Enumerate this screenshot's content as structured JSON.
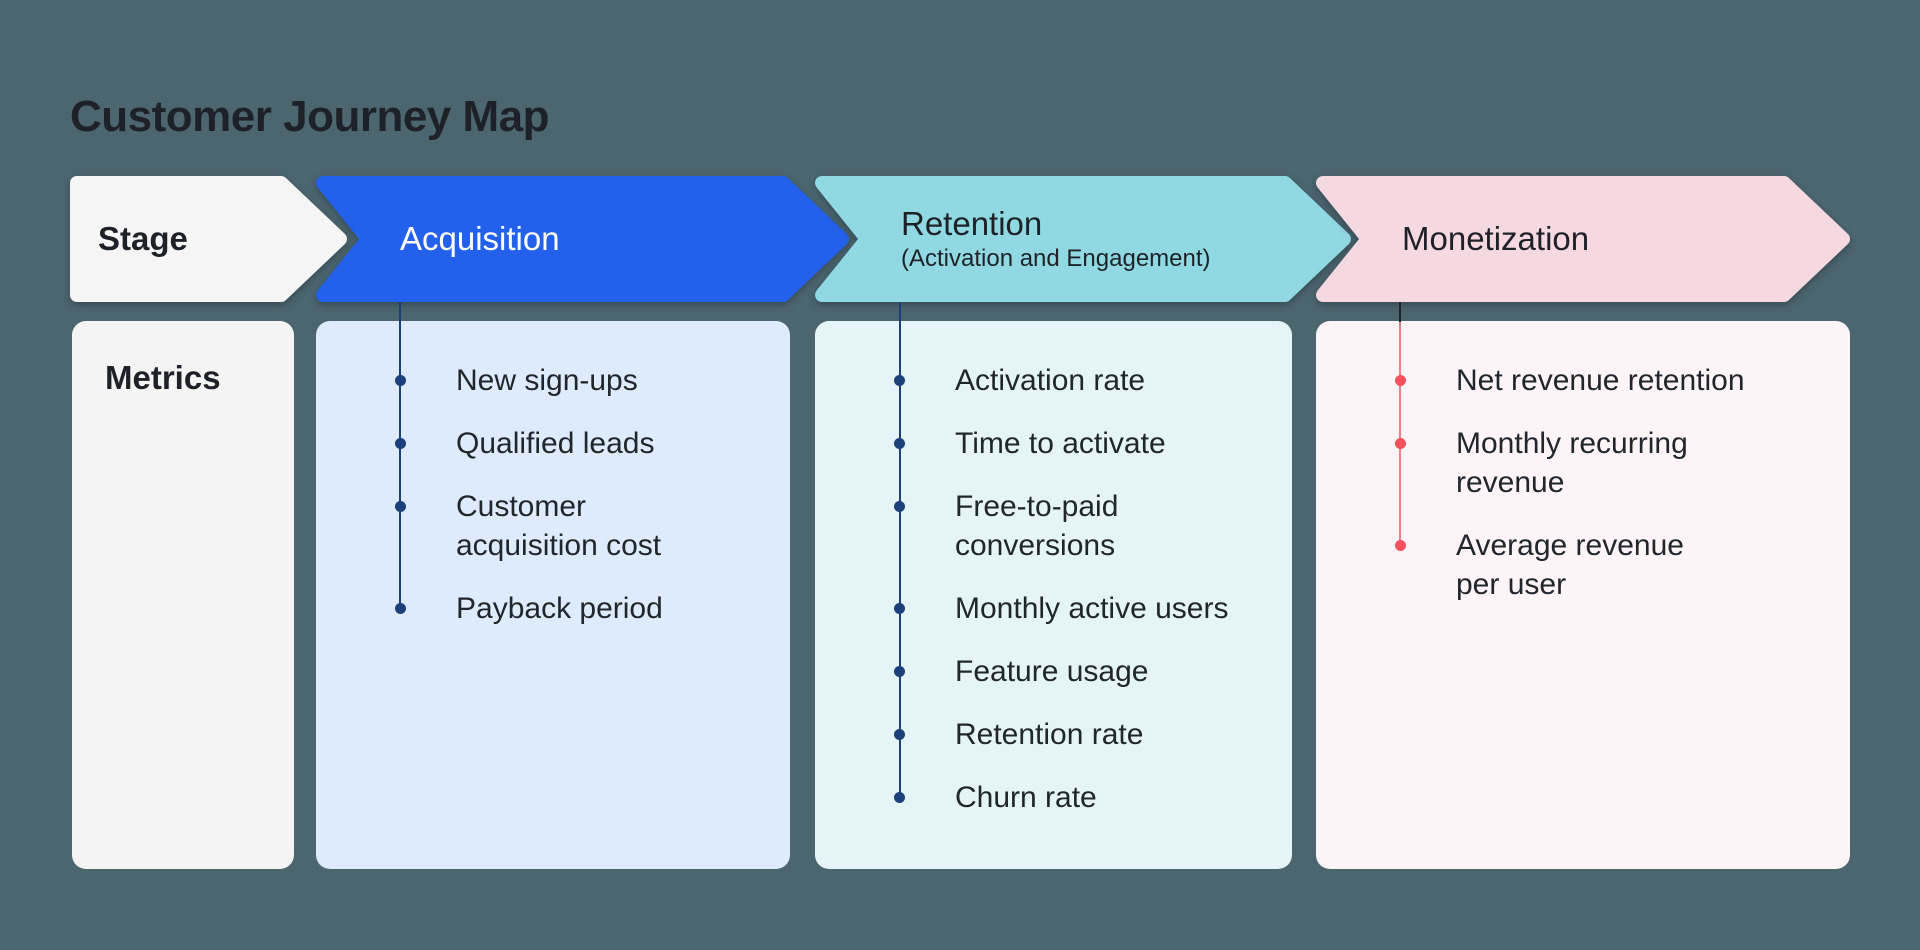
{
  "title": "Customer Journey Map",
  "rows": {
    "stage_label": "Stage",
    "metrics_label": "Metrics"
  },
  "stages": [
    {
      "label": "Acquisition",
      "subtitle": "",
      "arrow_color": "#2361ec",
      "card_color": "#deebfc",
      "connector_color": "#1b407a",
      "metrics": [
        "New sign-ups",
        "Qualified leads",
        "Customer\nacquisition cost",
        "Payback period"
      ]
    },
    {
      "label": "Retention",
      "subtitle": "(Activation and Engagement)",
      "arrow_color": "#90d9e3",
      "card_color": "#e5f5f7",
      "connector_color": "#1b407a",
      "metrics": [
        "Activation rate",
        "Time to activate",
        "Free-to-paid\nconversions",
        "Monthly active users",
        "Feature usage",
        "Retention rate",
        "Churn rate"
      ]
    },
    {
      "label": "Monetization",
      "subtitle": "",
      "arrow_color": "#f5d8e0",
      "card_color": "#fdf4f7",
      "connector_color": "#f4515c",
      "metrics": [
        "Net revenue retention",
        "Monthly recurring\nrevenue",
        "Average revenue\nper user"
      ]
    }
  ],
  "colors": {
    "background": "#4c666f",
    "stage_arrow": "#f5f5f6",
    "metrics_card": "#f4f4f5",
    "text_dark": "#1e2228",
    "text_light": "#ffffff",
    "navy_connector": "#1b407a",
    "coral_connector": "#f4515c"
  }
}
